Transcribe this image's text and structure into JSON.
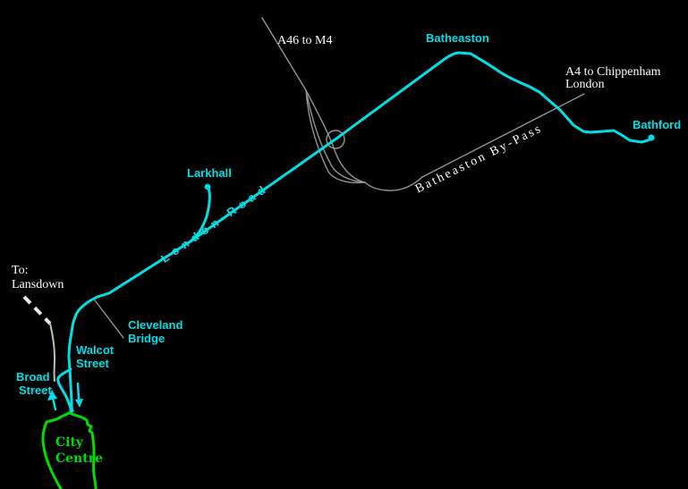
{
  "colors": {
    "background": "#000000",
    "route_cyan": "#00dfe6",
    "road_gray": "#949494",
    "lansdown_road_gray": "#bdbdbd",
    "dashed_road_white": "#e8e8e8",
    "label_white": "#ffffff",
    "city_centre_green": "#00dd00"
  },
  "places": {
    "batheaston": "Batheaston",
    "bathford": "Bathford",
    "larkhall": "Larkhall",
    "city_centre": {
      "line1": "City",
      "line2": "Centre"
    }
  },
  "roads": {
    "london_road": "London Road",
    "batheaston_bypass": "Batheaston By-Pass",
    "cleveland_bridge": {
      "line1": "Cleveland",
      "line2": "Bridge"
    },
    "walcot_street": {
      "line1": "Walcot",
      "line2": "Street"
    },
    "broad_street": {
      "line1": "Broad",
      "line2": "Street"
    }
  },
  "destinations": {
    "a46": "A46 to M4",
    "a4": {
      "line1": "A4 to Chippenham",
      "line2": "London"
    },
    "lansdown": {
      "line1": "To:",
      "line2": "Lansdown"
    }
  }
}
